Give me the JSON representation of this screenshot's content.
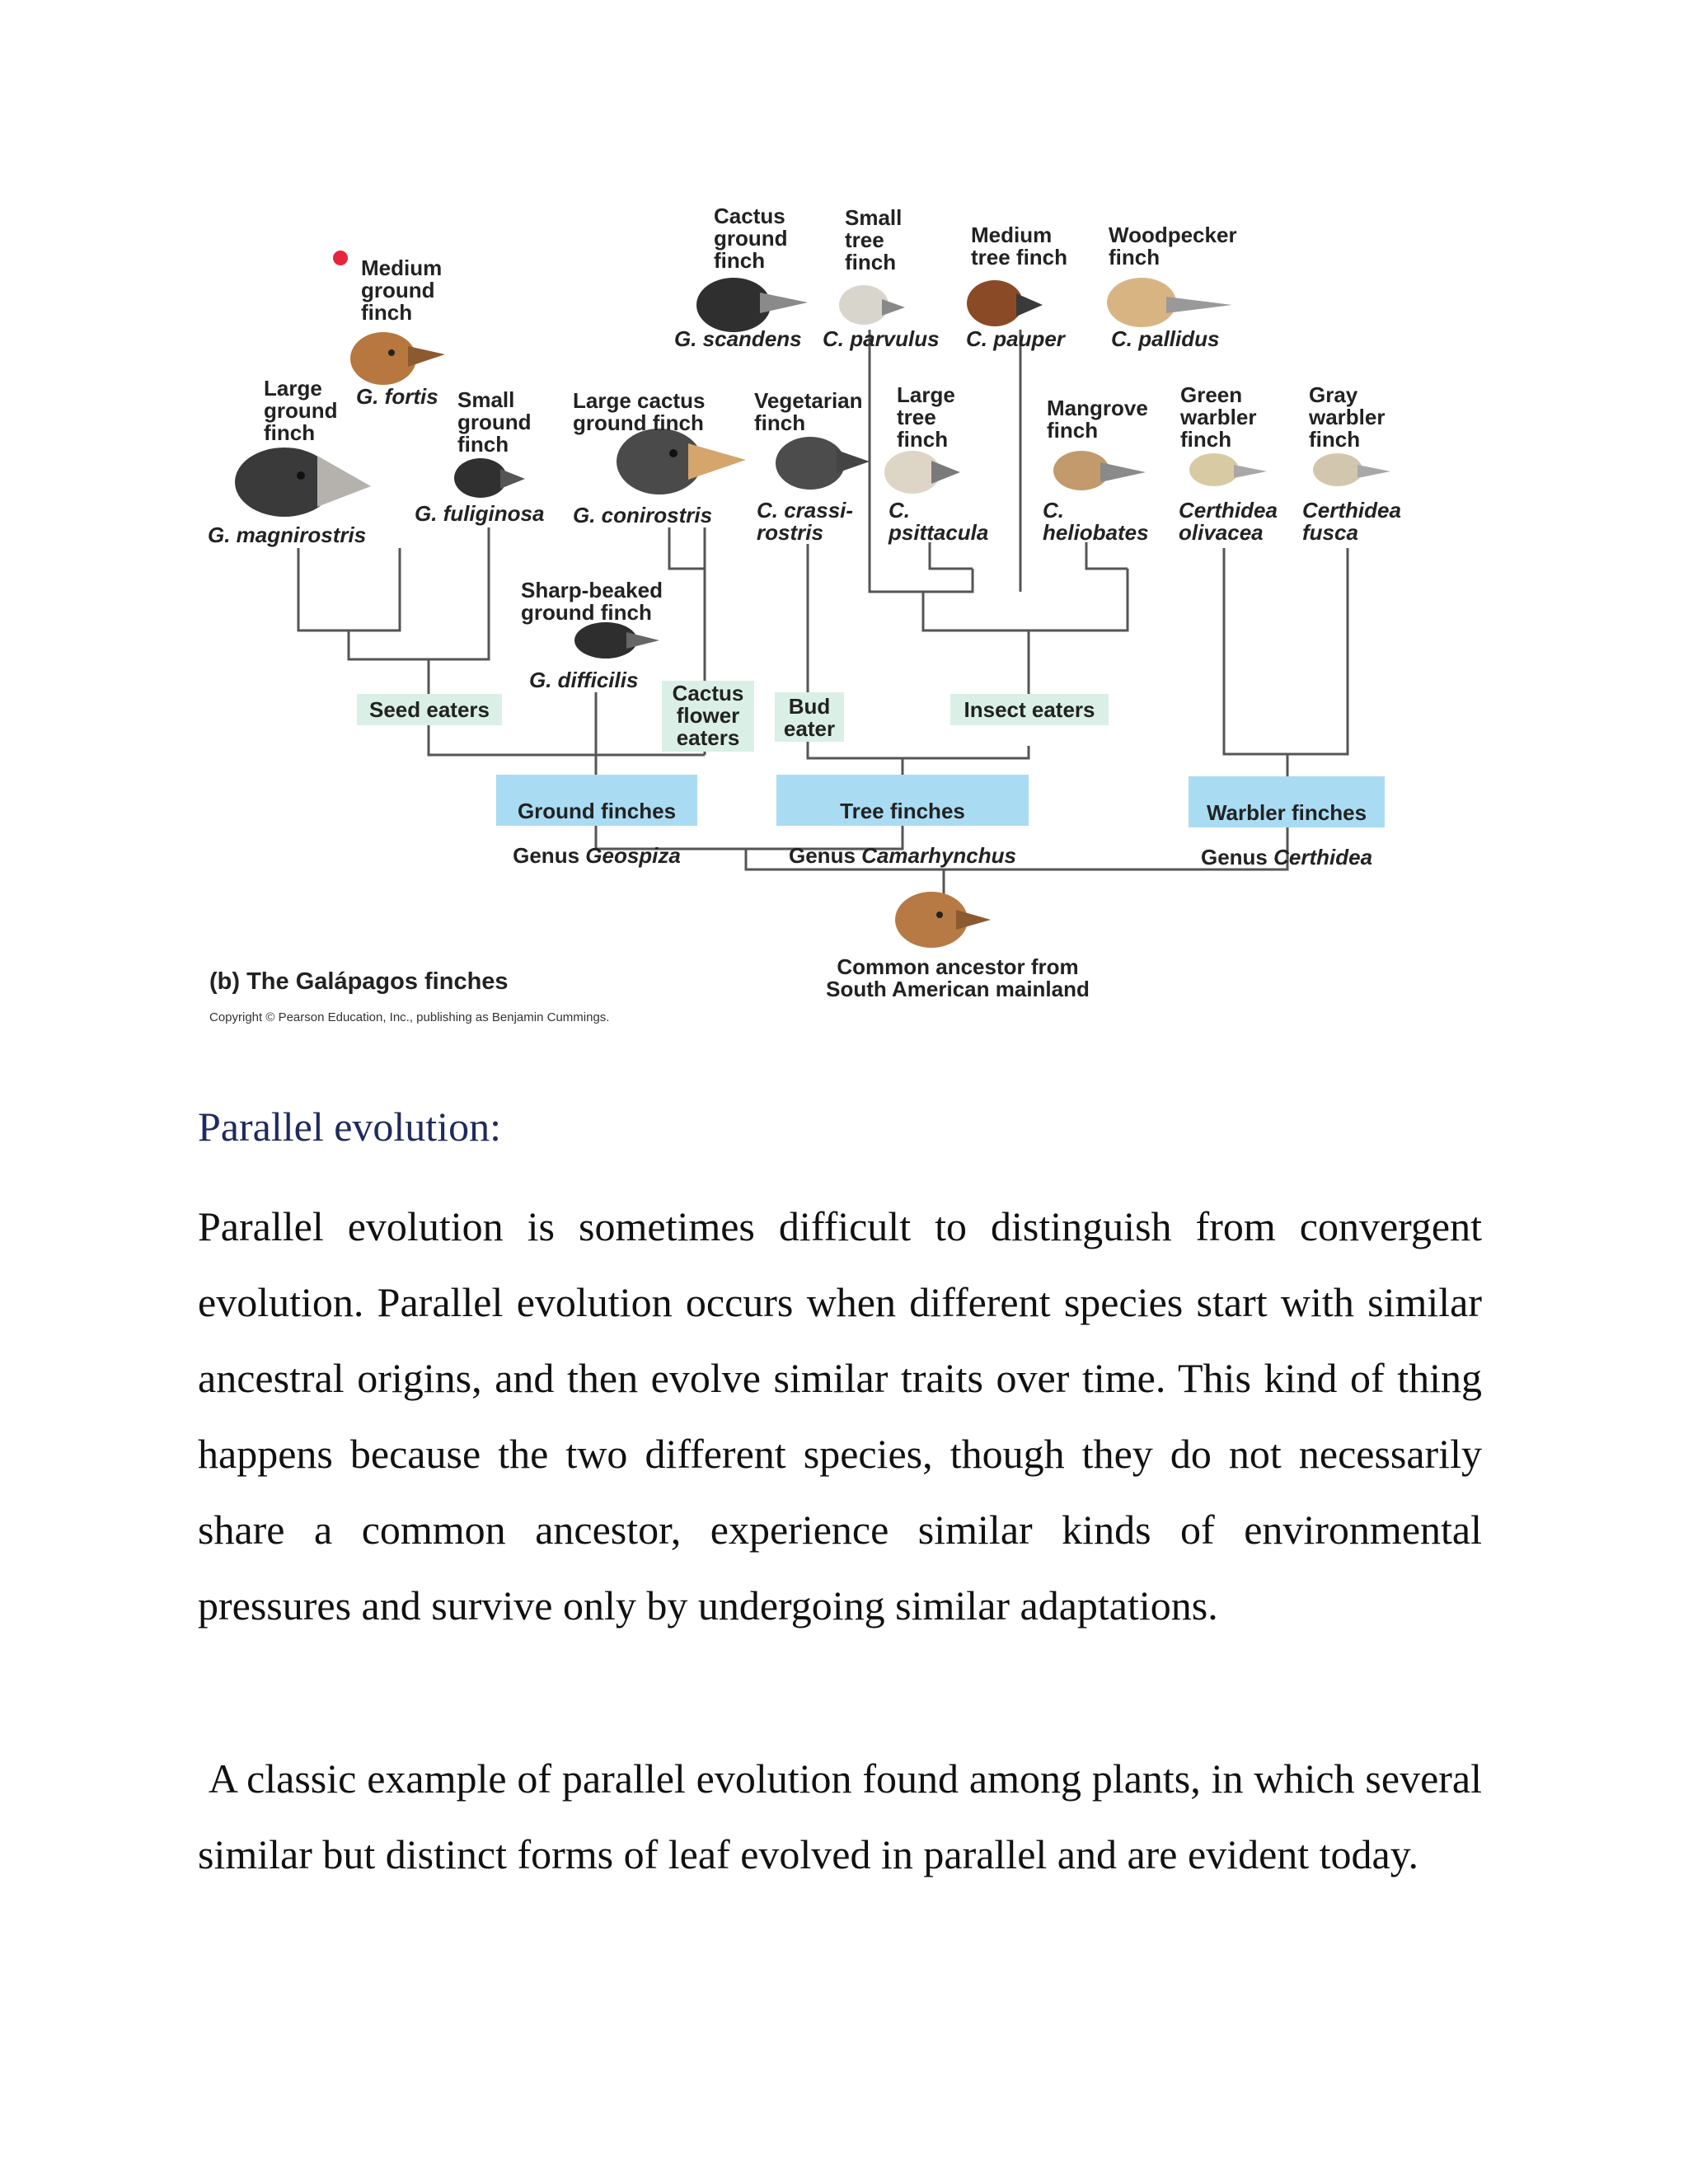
{
  "figure": {
    "species": {
      "medium_ground": {
        "common": "Medium\nground\nfinch",
        "latin": "G. fortis"
      },
      "large_ground": {
        "common": "Large\nground\nfinch",
        "latin": "G. magnirostris"
      },
      "small_ground": {
        "common": "Small\nground\nfinch",
        "latin": "G. fuliginosa"
      },
      "large_cactus": {
        "common": "Large cactus\nground finch",
        "latin": "G. conirostris"
      },
      "sharp_beaked": {
        "common": "Sharp-beaked\nground finch",
        "latin": "G. difficilis"
      },
      "cactus_ground": {
        "common": "Cactus\nground\nfinch",
        "latin": "G. scandens"
      },
      "small_tree": {
        "common": "Small\ntree\nfinch",
        "latin": "C. parvulus"
      },
      "medium_tree": {
        "common": "Medium\ntree finch",
        "latin": "C. pauper"
      },
      "woodpecker": {
        "common": "Woodpecker\nfinch",
        "latin": "C. pallidus"
      },
      "vegetarian": {
        "common": "Vegetarian\nfinch",
        "latin": "C. crassi-\nrostris"
      },
      "large_tree": {
        "common": "Large\ntree\nfinch",
        "latin": "C.\npsittacula"
      },
      "mangrove": {
        "common": "Mangrove\nfinch",
        "latin": "C.\nheliobates"
      },
      "green_warbler": {
        "common": "Green\nwarbler\nfinch",
        "latin": "Certhidea\nolivacea"
      },
      "gray_warbler": {
        "common": "Gray\nwarbler\nfinch",
        "latin": "Certhidea\nfusca"
      }
    },
    "groups": {
      "seed": "Seed eaters",
      "cactus_flower": "Cactus\nflower\neaters",
      "bud": "Bud\neater",
      "insect": "Insect eaters"
    },
    "genera": {
      "ground": {
        "name": "Ground finches",
        "genus_prefix": "Genus ",
        "genus": "Geospiza"
      },
      "tree": {
        "name": "Tree finches",
        "genus_prefix": "Genus ",
        "genus": "Camarhynchus"
      },
      "warbler": {
        "name": "Warbler finches",
        "genus_prefix": "Genus ",
        "genus": "Certhidea"
      }
    },
    "ancestor": "Common ancestor from\nSouth American mainland",
    "caption": "(b) The Galápagos finches",
    "copyright": "Copyright © Pearson Education, Inc., publishing as Benjamin Cummings."
  },
  "section": {
    "heading": "Parallel evolution:",
    "paragraph1": "Parallel evolution is sometimes difficult to distinguish from convergent evolution. Parallel evolution occurs when different species start with similar ancestral origins, and then evolve similar traits over time. This kind of thing happens because the two different species, though they do not necessarily share a common ancestor, experience similar kinds of environmental pressures and survive only by undergoing similar adaptations.",
    "paragraph2": " A classic example of parallel evolution found among plants, in which several similar but distinct forms of leaf evolved in parallel and are evident today."
  }
}
